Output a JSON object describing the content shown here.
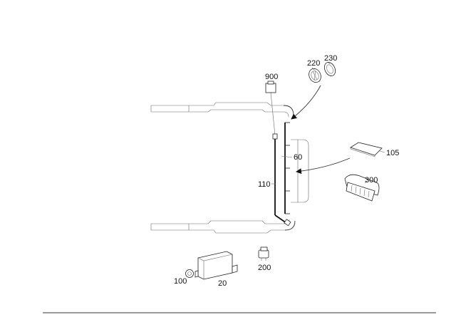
{
  "parts": [
    {
      "id": "p900",
      "label": "900"
    },
    {
      "id": "p220",
      "label": "220"
    },
    {
      "id": "p230",
      "label": "230"
    },
    {
      "id": "p60",
      "label": "60"
    },
    {
      "id": "p105",
      "label": "105"
    },
    {
      "id": "p110",
      "label": "110"
    },
    {
      "id": "p300",
      "label": "300"
    },
    {
      "id": "p200",
      "label": "200"
    },
    {
      "id": "p100",
      "label": "100"
    },
    {
      "id": "p20",
      "label": "20"
    }
  ],
  "colors": {
    "line": "#222222",
    "frame": "#6a6a6a",
    "background": "#ffffff"
  }
}
